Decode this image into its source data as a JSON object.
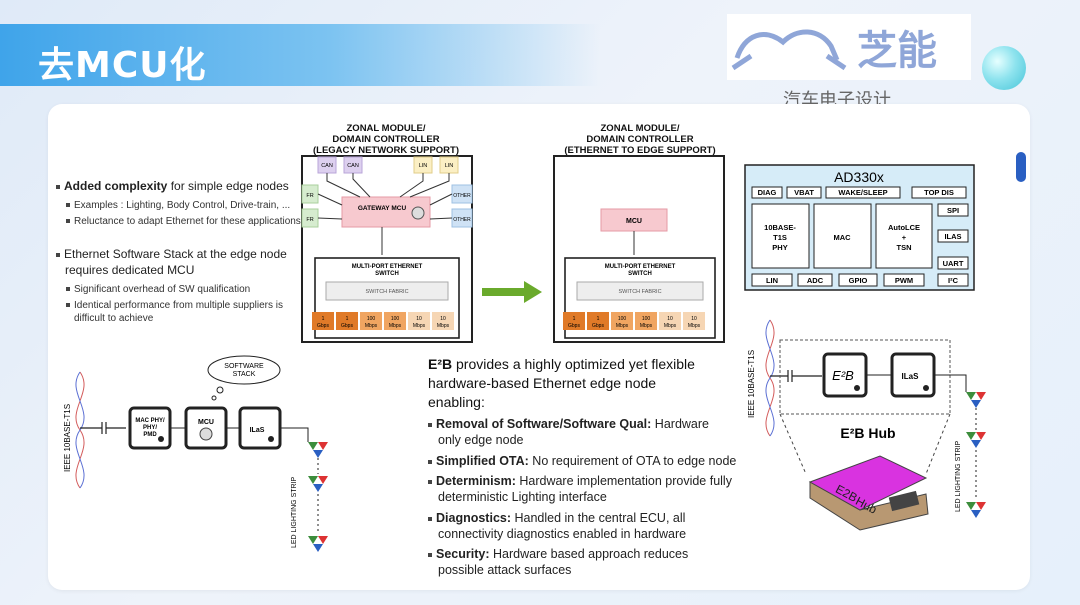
{
  "slide_title": "去MCU化",
  "logo": {
    "name": "芝能",
    "subtitle": "汽车电子设计"
  },
  "colors": {
    "accent_blue": "#3fa4ea",
    "gateway_pink": "#f7c9cf",
    "mcu_pink": "#f7c9cf",
    "can_purple": "#ddd0ef",
    "lin_yellow": "#fbefc4",
    "fr_green": "#d6eccf",
    "other_blue": "#cfe2f5",
    "port_orange": "#e07a28",
    "port_peach": "#f6d6b4",
    "arrow_green": "#6aaa2c",
    "e2b_magenta": "#d933e0"
  },
  "left_bullets": {
    "b1_bold": "Added complexity",
    "b1_rest": " for simple edge nodes",
    "b1_sub": [
      "Examples : Lighting, Body Control, Drive-train, ...",
      "Reluctance to adapt Ethernet for these applications"
    ],
    "b2_line1": "Ethernet Software Stack at the edge node",
    "b2_line2": "requires dedicated MCU",
    "b2_sub": [
      "Significant overhead of SW qualification",
      "Identical performance from multiple suppliers is",
      "difficult to achieve"
    ]
  },
  "legacy_diagram": {
    "title": [
      "ZONAL MODULE/",
      "DOMAIN CONTROLLER",
      "(LEGACY NETWORK SUPPORT)"
    ],
    "can": [
      "CAN",
      "CAN"
    ],
    "lin": [
      "LIN",
      "LIN"
    ],
    "fr": [
      "FR",
      "FR"
    ],
    "other": [
      "OTHER",
      "OTHER"
    ],
    "gateway": "GATEWAY MCU",
    "switch_title": [
      "MULTI-PORT ETHERNET",
      "SWITCH"
    ],
    "fabric": "SWITCH FABRIC",
    "ports": [
      [
        "1",
        "Gbps"
      ],
      [
        "1",
        "Gbps"
      ],
      [
        "100",
        "Mbps"
      ],
      [
        "100",
        "Mbps"
      ],
      [
        "10",
        "Mbps"
      ],
      [
        "10",
        "Mbps"
      ]
    ]
  },
  "edge_diagram": {
    "title": [
      "ZONAL MODULE/",
      "DOMAIN CONTROLLER",
      "(ETHERNET TO EDGE SUPPORT)"
    ],
    "mcu": "MCU",
    "switch_title": [
      "MULTI-PORT ETHERNET",
      "SWITCH"
    ],
    "fabric": "SWITCH FABRIC",
    "ports": [
      [
        "1",
        "Gbps"
      ],
      [
        "1",
        "Gbps"
      ],
      [
        "100",
        "Mbps"
      ],
      [
        "100",
        "Mbps"
      ],
      [
        "10",
        "Mbps"
      ],
      [
        "10",
        "Mbps"
      ]
    ]
  },
  "ad330x": {
    "title": "AD330x",
    "top": [
      "DIAG",
      "VBAT",
      "WAKE/SLEEP",
      "TOP DIS"
    ],
    "phy": [
      "10BASE-",
      "T1S",
      "PHY"
    ],
    "mac": "MAC",
    "autolce": [
      "AutoLCE",
      "+",
      "TSN"
    ],
    "right": [
      "SPI",
      "ILAS",
      "UART"
    ],
    "bottom": [
      "LIN",
      "ADC",
      "GPIO",
      "PWM",
      "I²C"
    ]
  },
  "left_node": {
    "bus_label": "IEEE 10BASE-T1S",
    "chip1": [
      "MAC PHY/",
      "PHY/",
      "PMD"
    ],
    "chip2": "MCU",
    "chip3": "ILaS",
    "cloud": [
      "SOFTWARE",
      "STACK"
    ],
    "strip_label": "LED LIGHTING STRIP"
  },
  "e2b_text": {
    "lead_bold": "E²B",
    "lead_rest": " provides a highly optimized yet flexible",
    "line2": "hardware-based Ethernet edge node",
    "line3": "enabling:",
    "features": [
      {
        "bold": "Removal of Software/Software Qual:",
        "rest": [
          " Hardware",
          "only edge node"
        ]
      },
      {
        "bold": "Simplified OTA:",
        "rest": [
          " No requirement of OTA to edge node"
        ]
      },
      {
        "bold": "Determinism:",
        "rest": [
          " Hardware implementation provide fully",
          "deterministic Lighting interface"
        ]
      },
      {
        "bold": "Diagnostics:",
        "rest": [
          " Handled in the central ECU, all",
          "connectivity diagnostics enabled in hardware"
        ]
      },
      {
        "bold": "Security:",
        "rest": [
          " Hardware based approach reduces",
          "possible attack surfaces"
        ]
      }
    ]
  },
  "e2b_hub": {
    "bus_label": "IEEE 10BASE-T1S",
    "chip1": "E²B",
    "chip2": "ILaS",
    "label": "E²B Hub",
    "box_label": [
      "E2B",
      "Hub"
    ],
    "strip_label": "LED LIGHTING STRIP"
  }
}
